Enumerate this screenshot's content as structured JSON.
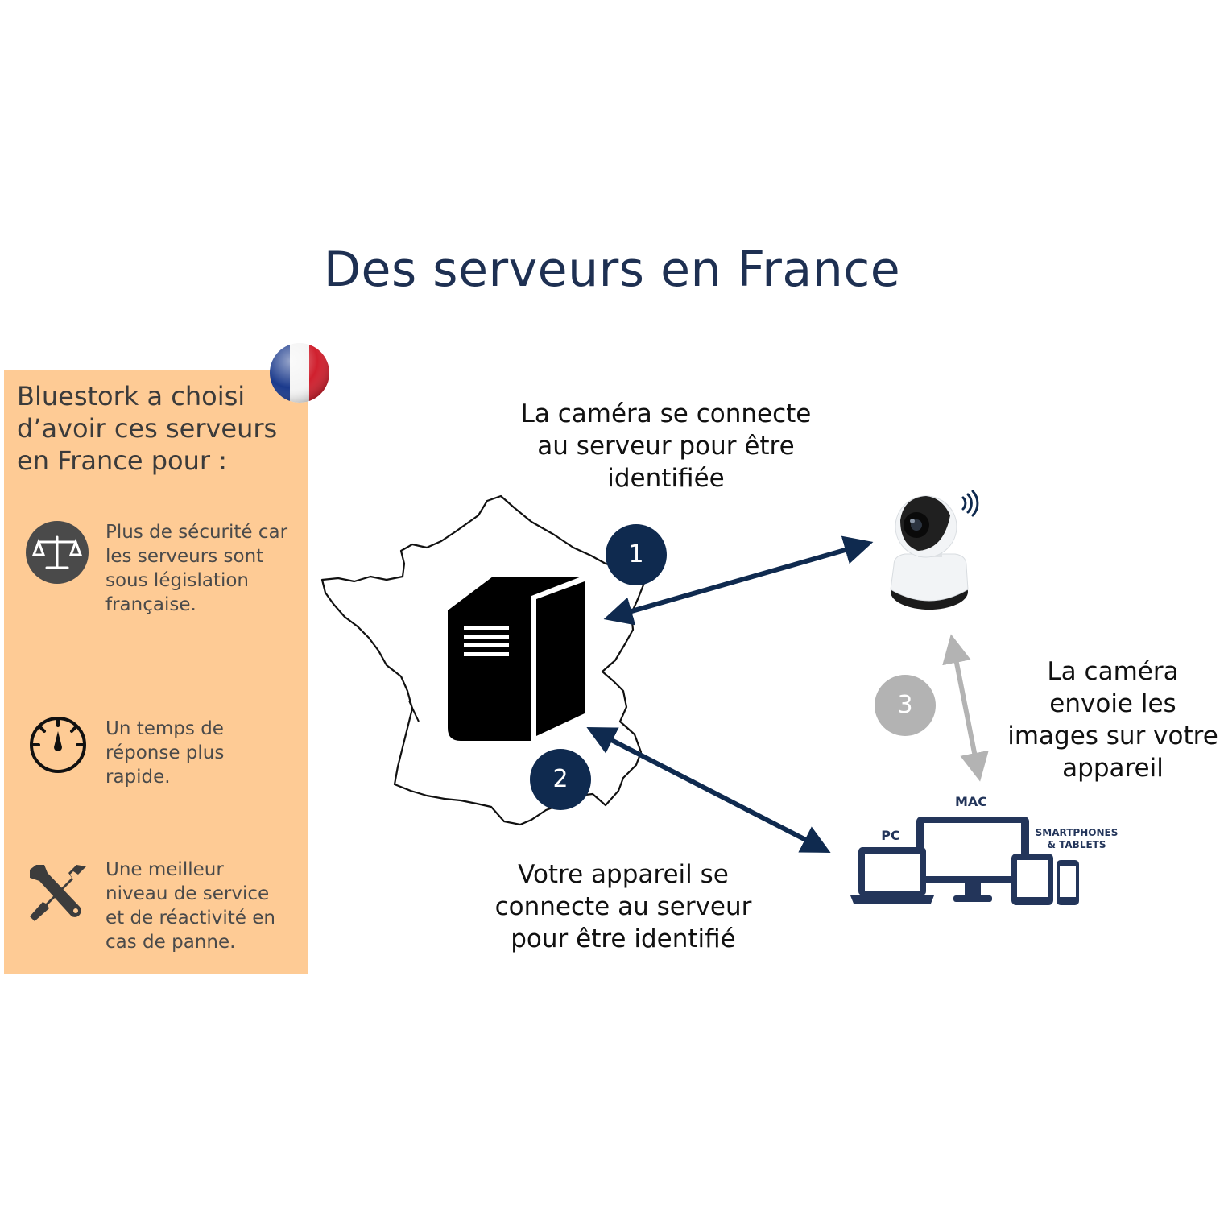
{
  "title": "Des serveurs en France",
  "panel": {
    "heading": "Bluestork a choisi d’avoir ces serveurs en France pour :",
    "items": [
      {
        "icon": "scales-icon",
        "text": "Plus de sécurité car les serveurs sont sous législation française."
      },
      {
        "icon": "speedometer-icon",
        "text": "Un temps de réponse plus rapide."
      },
      {
        "icon": "tools-icon",
        "text": "Une meilleur niveau de service et de réactivité en cas de panne."
      }
    ]
  },
  "steps": {
    "step1": {
      "number": "1",
      "caption": "La caméra se connecte au serveur pour être identifiée"
    },
    "step2": {
      "number": "2",
      "caption": "Votre appareil se connecte au serveur pour être identifié"
    },
    "step3": {
      "number": "3",
      "caption": "La caméra envoie les images sur votre appareil"
    }
  },
  "devices": {
    "mac": "MAC",
    "pc": "PC",
    "mobile": "SMARTPHONES & TABLETS"
  },
  "colors": {
    "title": "#1e3052",
    "panel": "#fecb95",
    "arrow_dark": "#0f2a4f",
    "arrow_grey": "#b3b3b3",
    "device_blue": "#23355a"
  }
}
